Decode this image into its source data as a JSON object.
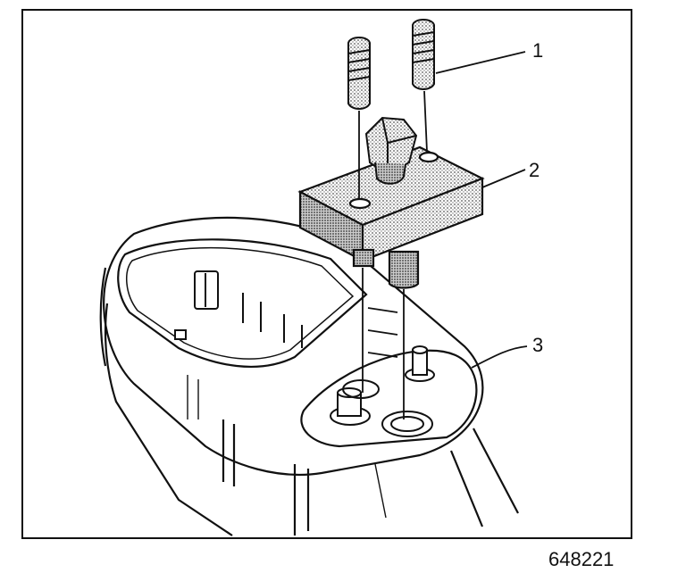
{
  "callouts": [
    "1",
    "2",
    "3"
  ],
  "figure_id": "648221",
  "colors": {
    "ink": "#111111",
    "stipple": "#b3b3b3",
    "paper": "#ffffff"
  }
}
